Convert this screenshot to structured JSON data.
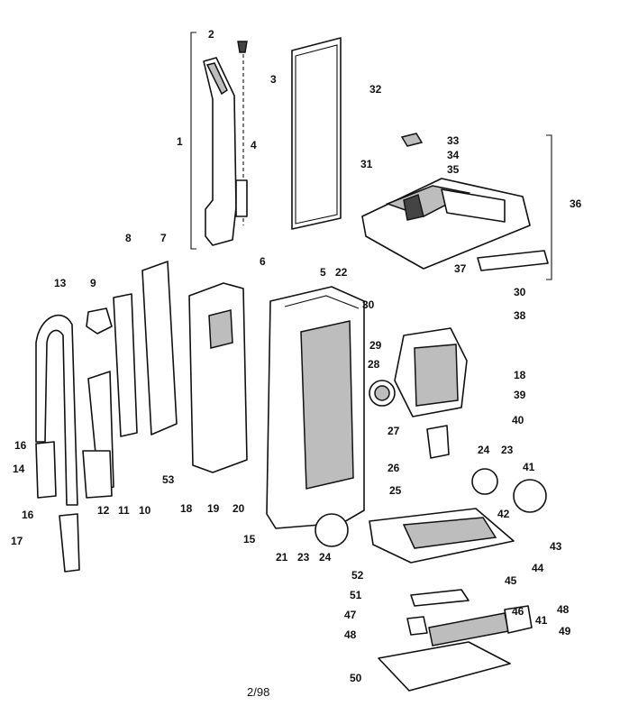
{
  "callouts": {
    "c1": "1",
    "c2": "2",
    "c3": "3",
    "c4": "4",
    "c5": "5",
    "c6": "6",
    "c7": "7",
    "c8": "8",
    "c9": "9",
    "c10": "10",
    "c11": "11",
    "c12": "12",
    "c13": "13",
    "c14": "14",
    "c15": "15",
    "c16a": "16",
    "c16b": "16",
    "c17": "17",
    "c18a": "18",
    "c18b": "18",
    "c19": "19",
    "c20": "20",
    "c21": "21",
    "c22": "22",
    "c23a": "23",
    "c23b": "23",
    "c24a": "24",
    "c24b": "24",
    "c25": "25",
    "c26": "26",
    "c27": "27",
    "c28": "28",
    "c29": "29",
    "c30a": "30",
    "c30b": "30",
    "c31": "31",
    "c32": "32",
    "c33": "33",
    "c34": "34",
    "c35": "35",
    "c36": "36",
    "c37": "37",
    "c38": "38",
    "c39": "39",
    "c40": "40",
    "c41a": "41",
    "c41b": "41",
    "c42": "42",
    "c43": "43",
    "c44": "44",
    "c45": "45",
    "c46": "46",
    "c47": "47",
    "c48a": "48",
    "c48b": "48",
    "c49": "49",
    "c50": "50",
    "c51": "51",
    "c52": "52",
    "c53": "53"
  },
  "footer": {
    "date": "2/98"
  }
}
